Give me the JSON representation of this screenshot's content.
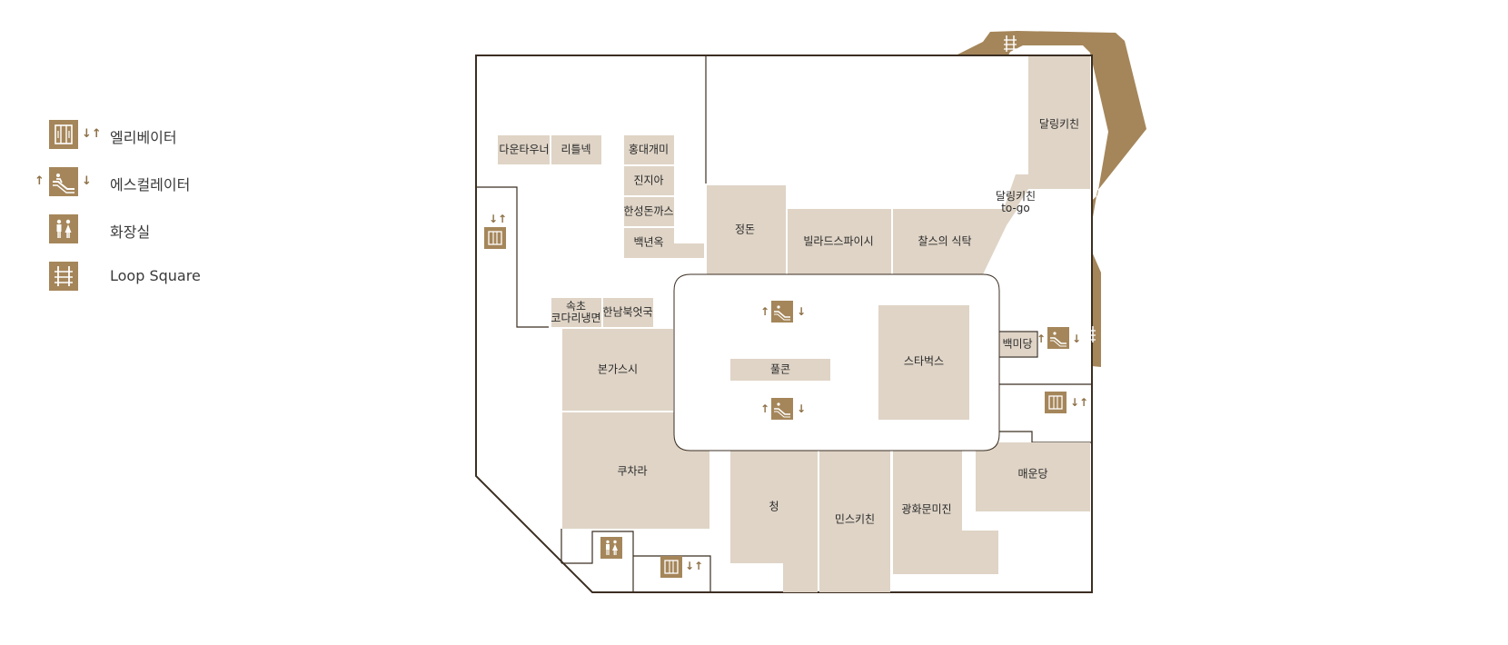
{
  "colors": {
    "store_fill": "#dfd4c6",
    "icon_brown": "#a5865a",
    "outline": "#3b2e22",
    "background": "#ffffff"
  },
  "legend": {
    "items": [
      {
        "icon": "elevator-icon",
        "label": "엘리베이터",
        "arrows": "↓↑"
      },
      {
        "icon": "escalator-icon",
        "label": "에스컬레이터",
        "arrows": "↑ ↓"
      },
      {
        "icon": "restroom-icon",
        "label": "화장실"
      },
      {
        "icon": "loop-square-icon",
        "label": "Loop Square"
      }
    ]
  },
  "map": {
    "stores": [
      {
        "id": "downtowner",
        "name": "다운타우너"
      },
      {
        "id": "littlenek",
        "name": "리틀넥"
      },
      {
        "id": "hongdaegaemi",
        "name": "홍대개미"
      },
      {
        "id": "jinjia",
        "name": "진지아"
      },
      {
        "id": "hanseong",
        "name": "한성돈까스"
      },
      {
        "id": "baeknyeonok",
        "name": "백년옥"
      },
      {
        "id": "jeongdon",
        "name": "정돈"
      },
      {
        "id": "ballards",
        "name": "빌라드스파이시"
      },
      {
        "id": "chals",
        "name": "찰스의 식탁"
      },
      {
        "id": "dalling",
        "name": "달링키친"
      },
      {
        "id": "dalling_togo",
        "name": "달링키친",
        "sub": "to-go"
      },
      {
        "id": "sokcho",
        "name": "속초",
        "sub": "코다리냉면"
      },
      {
        "id": "hannam",
        "name": "한남북엇국"
      },
      {
        "id": "bongasushi",
        "name": "본가스시"
      },
      {
        "id": "pulkon",
        "name": "풀콘"
      },
      {
        "id": "starbucks",
        "name": "스타벅스"
      },
      {
        "id": "baekmidang",
        "name": "백미당"
      },
      {
        "id": "kuchara",
        "name": "쿠차라"
      },
      {
        "id": "cheong",
        "name": "청"
      },
      {
        "id": "mins",
        "name": "민스키친"
      },
      {
        "id": "gwanghwamun",
        "name": "광화문미진"
      },
      {
        "id": "maeondang",
        "name": "매운당"
      }
    ],
    "arrows": {
      "up": "↑",
      "down": "↓",
      "down_up": "↓↑"
    }
  }
}
